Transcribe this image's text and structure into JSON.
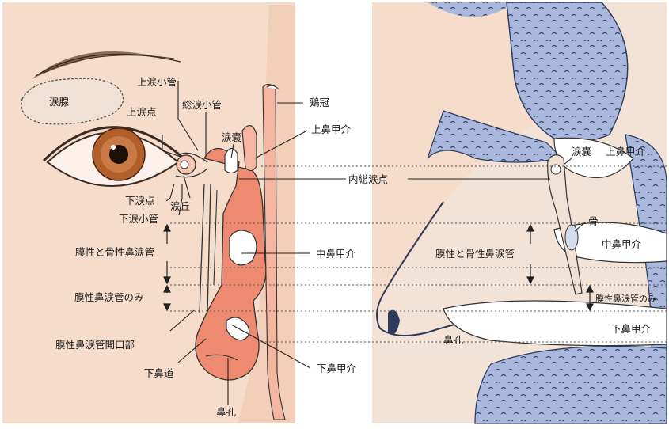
{
  "colors": {
    "skin": "#f6dccb",
    "skin_border": "#d9a585",
    "cavity_pink": "#ee8a70",
    "cavity_light": "#f4b6a0",
    "sinus_blue": "#9fb0d6",
    "sinus_dark": "#2d3a5a",
    "bone_light": "#f3e3d6",
    "line": "#222222"
  },
  "left_view": {
    "labels": {
      "lacrimal_gland": "涙腺",
      "superior_canaliculus": "上涙小管",
      "superior_punctum": "上涙点",
      "common_canaliculus": "総涙小管",
      "lacrimal_sac": "涙嚢",
      "crista_galli": "鶏冠",
      "superior_turbinate": "上鼻甲介",
      "internal_common_punctum": "内総涙点",
      "inferior_punctum": "下涙点",
      "inferior_canaliculus": "下涙小管",
      "lacrimal_caruncle": "涙丘",
      "middle_turbinate": "中鼻甲介",
      "membranous_bony_duct": "膜性と骨性鼻涙管",
      "membranous_duct_only": "膜性鼻涙管のみ",
      "duct_opening": "膜性鼻涙管開口部",
      "inferior_meatus": "下鼻道",
      "inferior_turbinate": "下鼻甲介",
      "nostril": "鼻孔"
    }
  },
  "right_view": {
    "labels": {
      "lacrimal_sac": "涙嚢",
      "superior_turbinate": "上鼻甲介",
      "bone": "骨",
      "middle_turbinate": "中鼻甲介",
      "membranous_bony_duct": "膜性と骨性鼻涙管",
      "membranous_duct_only": "膜性鼻涙管のみ",
      "nostril": "鼻孔",
      "inferior_turbinate": "下鼻甲介"
    }
  }
}
